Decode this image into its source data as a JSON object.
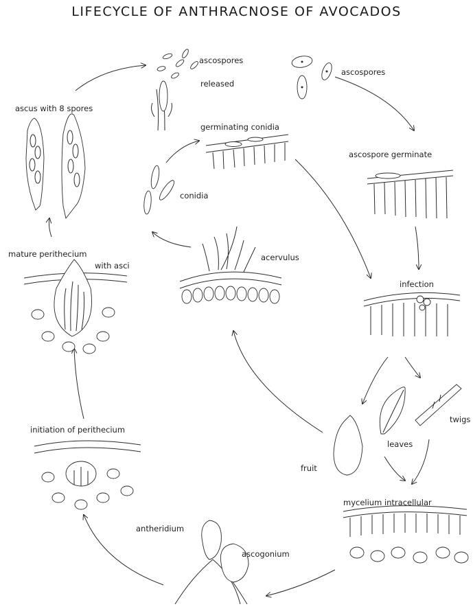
{
  "title": "LIFECYCLE OF ANTHRACNOSE OF AVOCADOS",
  "labels": {
    "ascospores_released_1": "ascospores",
    "ascospores_released_2": "released",
    "ascospores": "ascospores",
    "ascus_with_8_spores": "ascus with 8 spores",
    "germinating_conidia": "germinating conidia",
    "ascospore_germinate": "ascospore germinate",
    "conidia": "conidia",
    "mature_perithecium": "mature perithecium",
    "with_asci": "with asci",
    "acervulus": "acervulus",
    "infection": "infection",
    "twigs": "twigs",
    "leaves": "leaves",
    "fruit": "fruit",
    "initiation_of_perithecium": "initiation of perithecium",
    "mycelium_intracellular": "mycelium intracellular",
    "antheridium": "antheridium",
    "ascogonium": "ascogonium"
  }
}
